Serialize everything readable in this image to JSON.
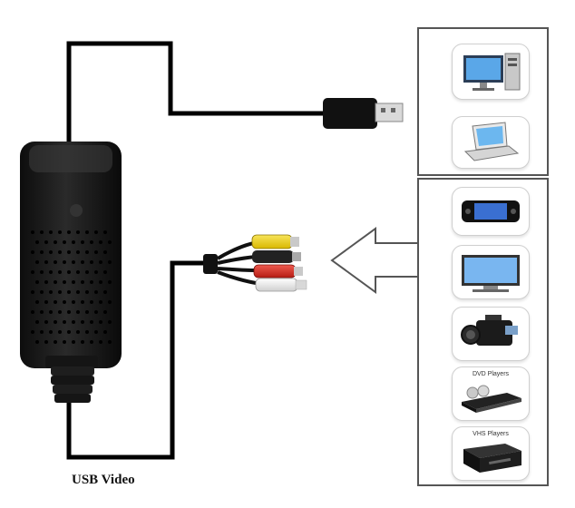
{
  "caption": "USB Video",
  "computers": [
    {
      "name": "desktop-computer-icon"
    },
    {
      "name": "laptop-computer-icon"
    }
  ],
  "sources": [
    {
      "name": "handheld-media-player-icon",
      "label": ""
    },
    {
      "name": "tv-monitor-icon",
      "label": ""
    },
    {
      "name": "camcorder-icon",
      "label": ""
    },
    {
      "name": "dvd-player-icon",
      "label": "DVD Players"
    },
    {
      "name": "vhs-player-icon",
      "label": "VHS Players"
    }
  ],
  "colors": {
    "cable": "#000000",
    "device_body": "#1b1b1b",
    "rca_yellow": "#f2d21a",
    "rca_red": "#d8281f",
    "rca_white": "#f2f2f2",
    "panel_border": "#555555"
  }
}
